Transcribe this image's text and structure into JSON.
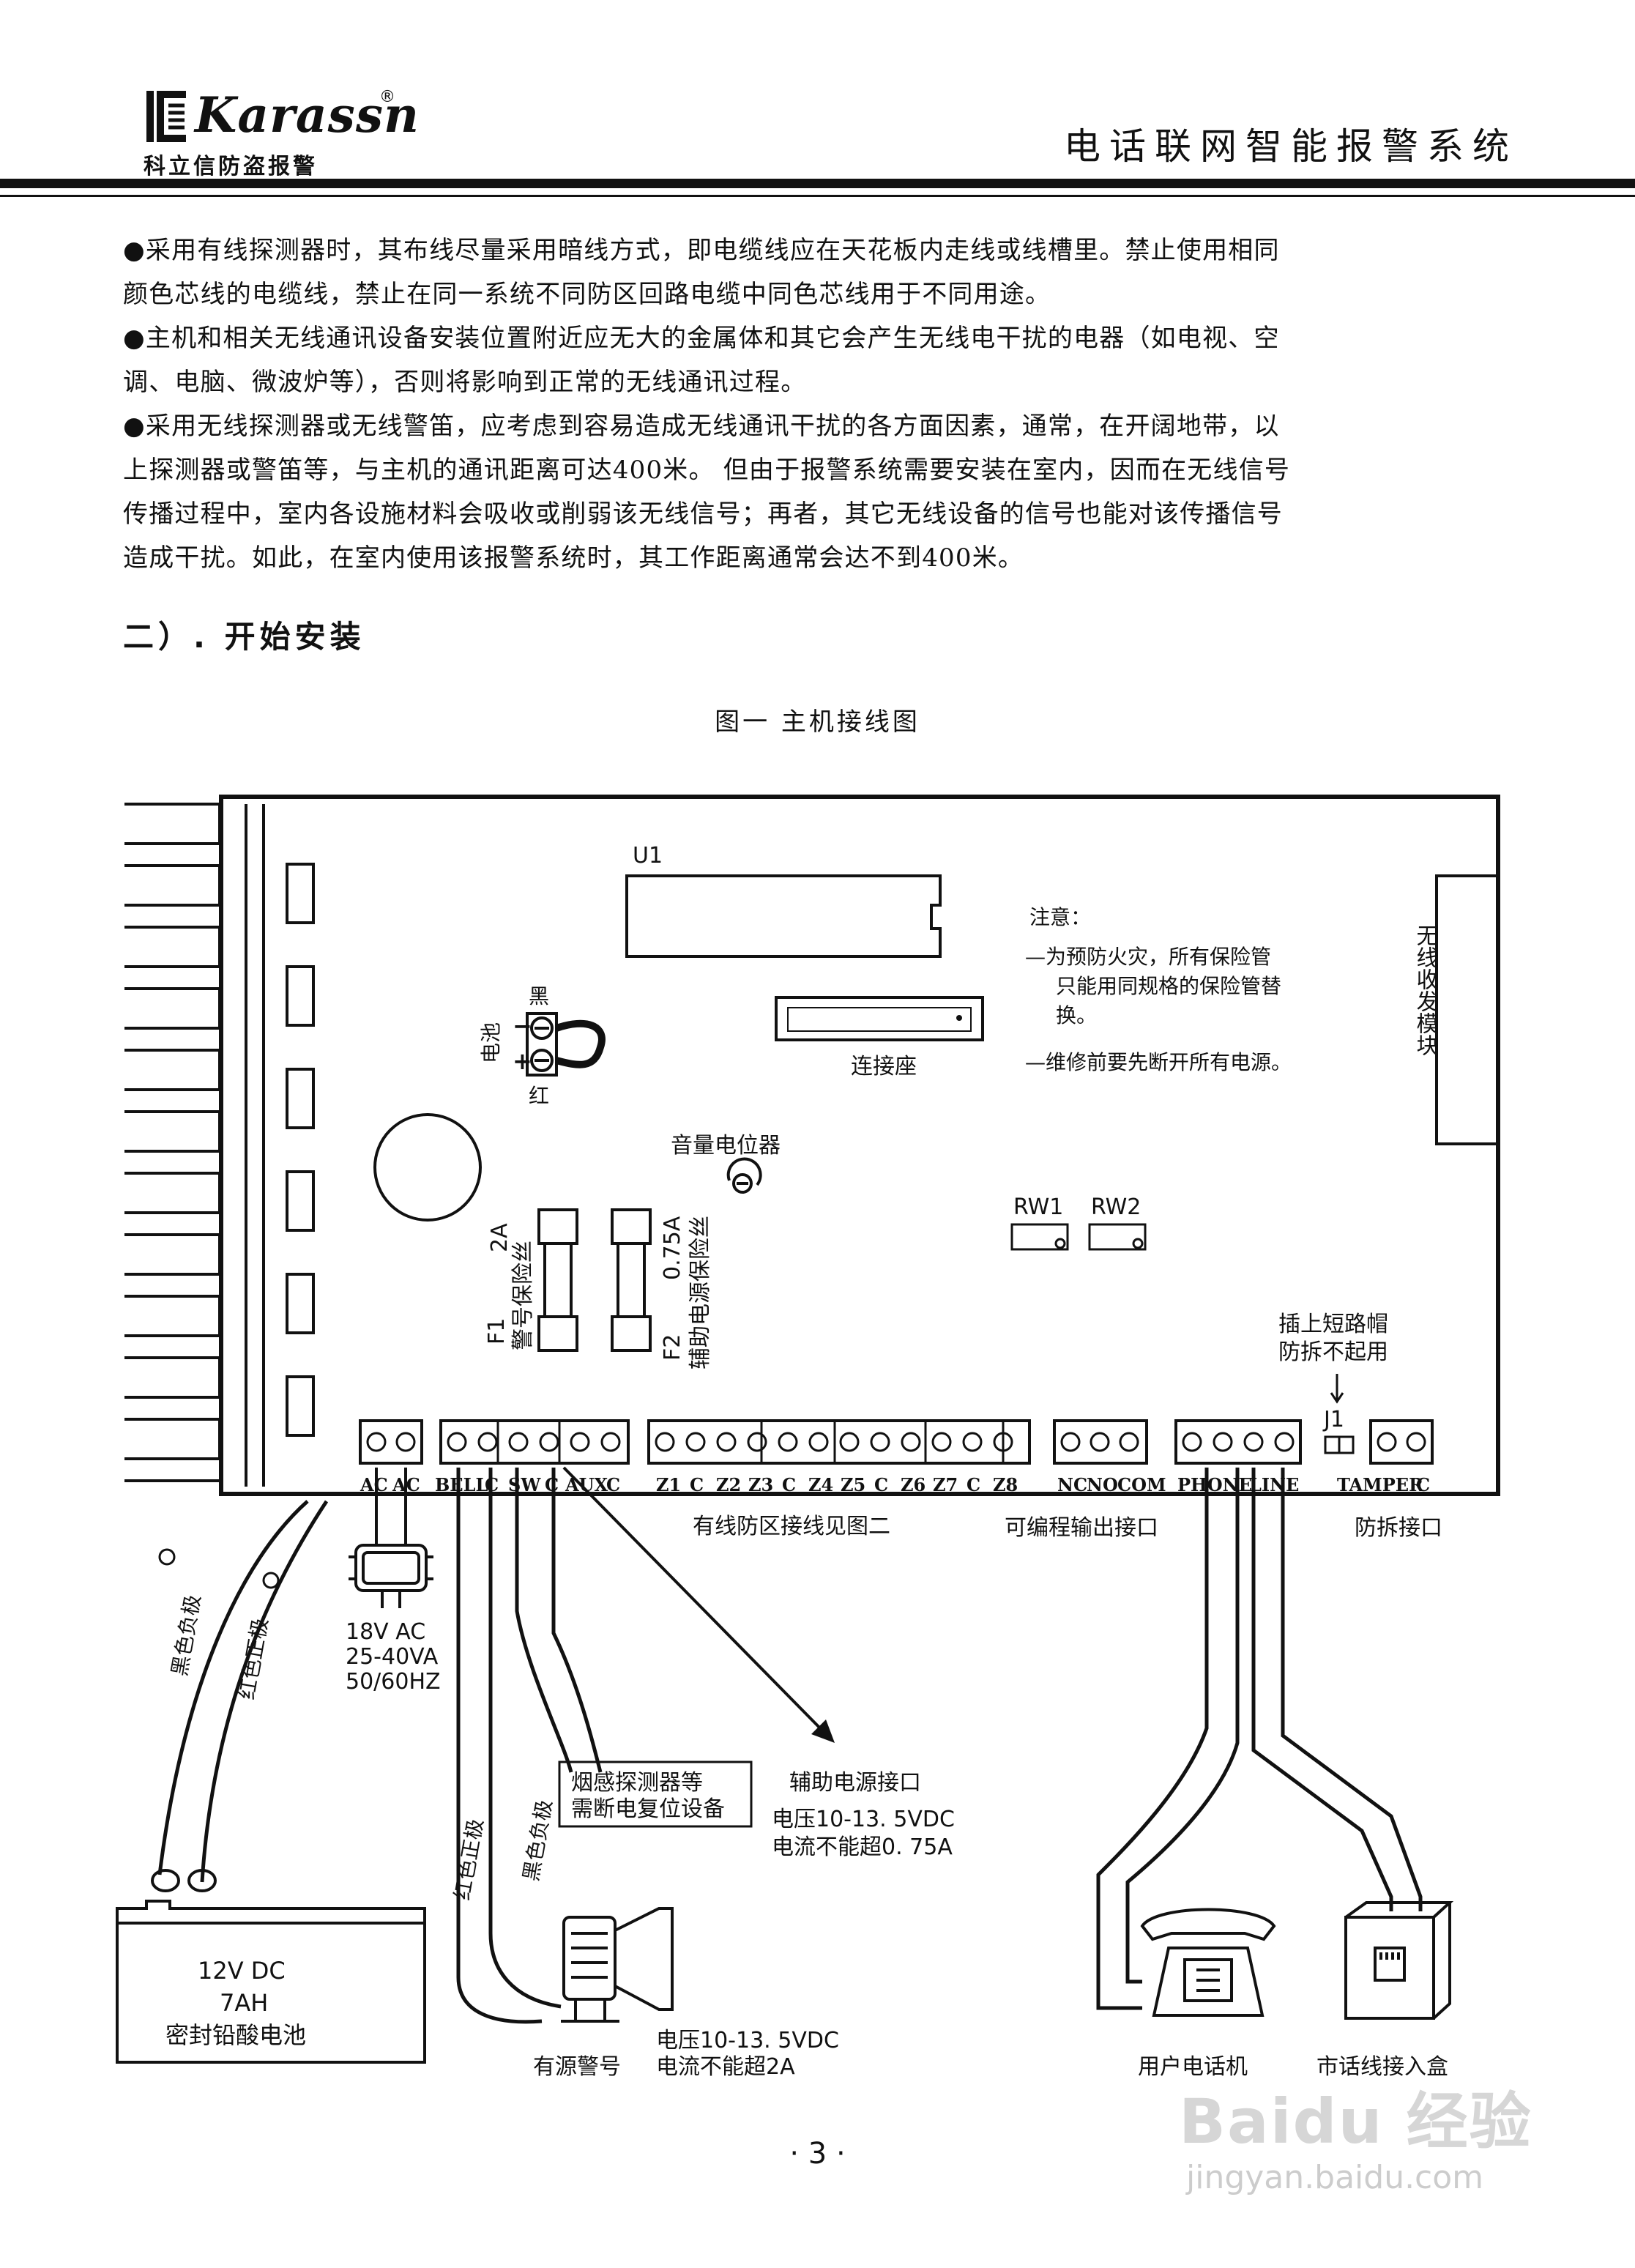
{
  "header": {
    "brand": "Karassn",
    "brand_mark": "®",
    "brand_sub": "科立信防盗报警",
    "doc_title": "电话联网智能报警系统"
  },
  "paragraphs": [
    [
      "●采用有线探测器时，其布线尽量采用暗线方式，即电缆线应在天花板内走线或线槽里。禁止使用相同",
      "颜色芯线的电缆线，禁止在同一系统不同防区回路电缆中同色芯线用于不同用途。"
    ],
    [
      "●主机和相关无线通讯设备安装位置附近应无大的金属体和其它会产生无线电干扰的电器（如电视、空",
      "调、电脑、微波炉等），否则将影响到正常的无线通讯过程。"
    ],
    [
      "●采用无线探测器或无线警笛，应考虑到容易造成无线通讯干扰的各方面因素，通常，在开阔地带，以",
      "上探测器或警笛等，与主机的通讯距离可达400米。 但由于报警系统需要安装在室内，因而在无线信号",
      "传播过程中，室内各设施材料会吸收或削弱该无线信号；再者，其它无线设备的信号也能对该传播信号",
      "造成干扰。如此，在室内使用该报警系统时，其工作距离通常会达不到400米。"
    ]
  ],
  "section_title": "二）. 开始安装",
  "figure": {
    "caption": "图一  主机接线图",
    "u1": "U1",
    "connector": "连接座",
    "battery_label": "电池",
    "black": "黑",
    "red": "红",
    "minus": "−",
    "plus": "+",
    "volume": "音量电位器",
    "f1_rating": "2A",
    "f1_name": "F1",
    "f1_desc": "警号保险丝",
    "f2_rating": "0.75A",
    "f2_name": "F2",
    "f2_desc": "辅助电源保险丝",
    "note_title": "注意：",
    "note_lines": [
      "—为预防火灾，所有保险管",
      "只能用同规格的保险管替",
      "换。",
      "—维修前要先断开所有电源。"
    ],
    "wireless_module": "无线收发模块",
    "rw1": "RW1",
    "rw2": "RW2",
    "jumper_note": [
      "插上短路帽",
      "防拆不起用"
    ],
    "j1": "J1",
    "terminal_labels": [
      "AC",
      "AC",
      "BELL",
      "C",
      "SW",
      "C",
      "AUX",
      "C",
      "Z1",
      "C",
      "Z2",
      "Z3",
      "C",
      "Z4",
      "Z5",
      "C",
      "Z6",
      "Z7",
      "C",
      "Z8",
      "NC",
      "NO",
      "COM",
      "PHONE",
      "LINE",
      "TAMPER",
      "C"
    ],
    "zone_note": "有线防区接线见图二",
    "prog_output": "可编程输出接口",
    "tamper_port": "防拆接口",
    "transformer": [
      "18V  AC",
      "25-40VA",
      "50/60HZ"
    ],
    "black_neg": "黑色负极",
    "red_pos": "红色正极",
    "battery": [
      "12V  DC",
      "7AH",
      "密封铅酸电池"
    ],
    "smoke_note": [
      "烟感探测器等",
      "需断电复位设备"
    ],
    "aux_port": "辅助电源接口",
    "aux_spec": [
      "电压10-13. 5VDC",
      "电流不能超0. 75A"
    ],
    "siren": "有源警号",
    "siren_spec": [
      "电压10-13. 5VDC",
      "电流不能超2A"
    ],
    "user_phone": "用户电话机",
    "line_box": "市话线接入盒"
  },
  "page_number": "· 3 ·",
  "watermark": {
    "brand": "Baidu 经验",
    "url": "jingyan.baidu.com"
  }
}
